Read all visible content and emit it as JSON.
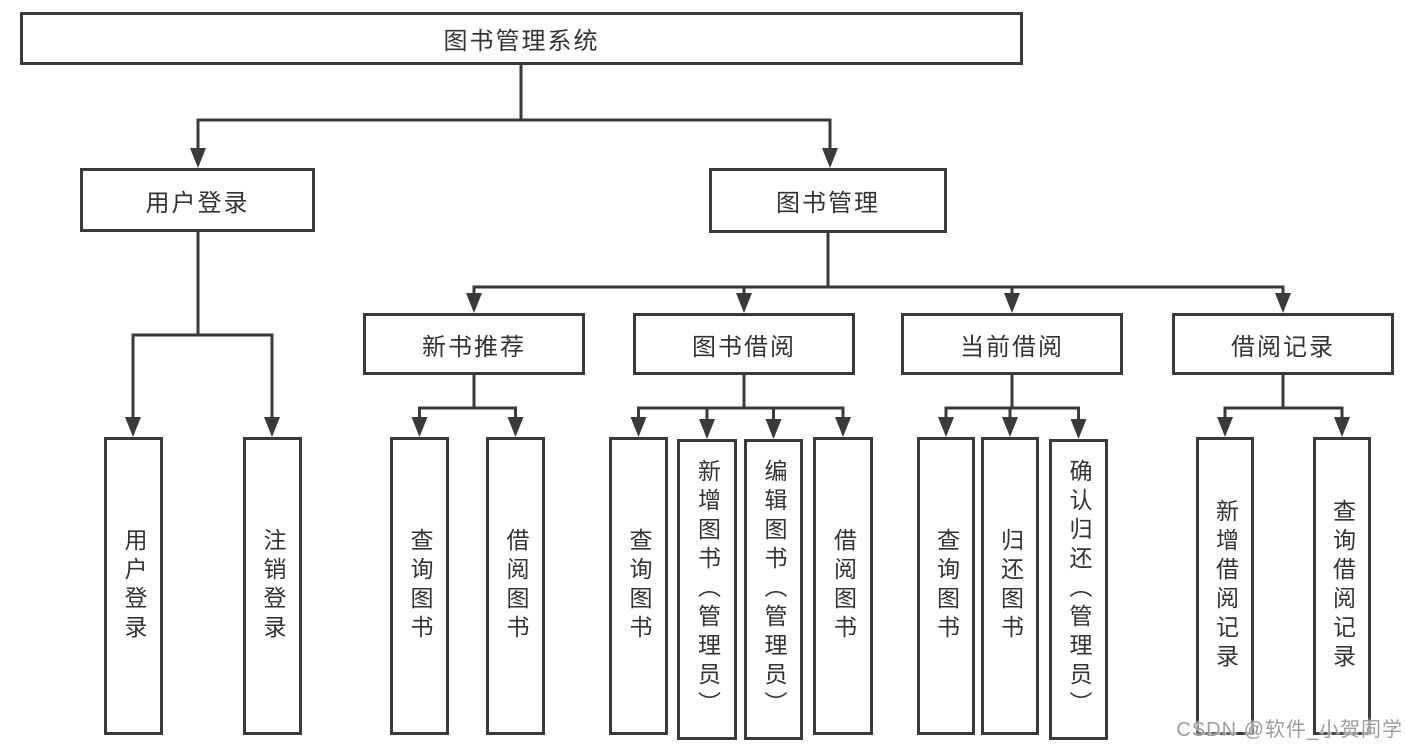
{
  "root": {
    "label": "图书管理系统"
  },
  "branches": [
    {
      "label": "用户登录",
      "children": [
        {
          "label": "用户登录"
        },
        {
          "label": "注销登录"
        }
      ]
    },
    {
      "label": "图书管理",
      "children": [
        {
          "label": "新书推荐",
          "children": [
            {
              "label": "查询图书"
            },
            {
              "label": "借阅图书"
            }
          ]
        },
        {
          "label": "图书借阅",
          "children": [
            {
              "label": "查询图书"
            },
            {
              "label": "新增图书（管理员）"
            },
            {
              "label": "编辑图书（管理员）"
            },
            {
              "label": "借阅图书"
            }
          ]
        },
        {
          "label": "当前借阅",
          "children": [
            {
              "label": "查询图书"
            },
            {
              "label": "归还图书"
            },
            {
              "label": "确认归还（管理员）"
            }
          ]
        },
        {
          "label": "借阅记录",
          "children": [
            {
              "label": "新增借阅记录"
            },
            {
              "label": "查询借阅记录"
            }
          ]
        }
      ]
    }
  ],
  "watermark": "CSDN @软件_小贺同学",
  "colors": {
    "line": "#3a3a3a",
    "text": "#333333",
    "watermark": "#9c9c9c",
    "background": "#ffffff"
  }
}
